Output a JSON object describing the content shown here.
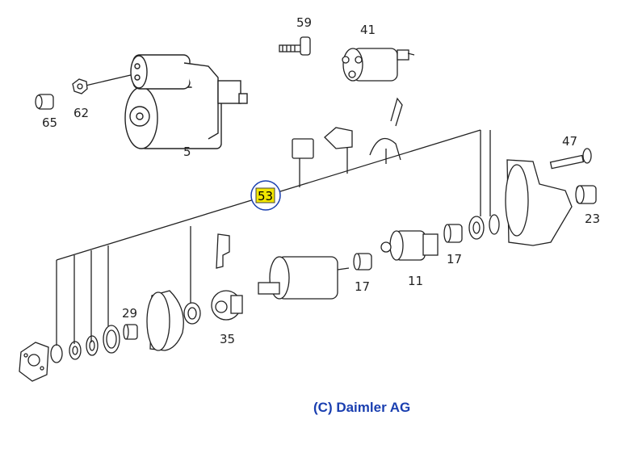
{
  "diagram": {
    "callout": "53",
    "part_labels": {
      "p59": "59",
      "p41": "41",
      "p65": "65",
      "p62": "62",
      "p5": "5",
      "p47": "47",
      "p23": "23",
      "p17a": "17",
      "p17b": "17",
      "p11": "11",
      "p29": "29",
      "p35": "35"
    },
    "copyright": "(C) Daimler AG",
    "colors": {
      "callout_fill": "#f2e600",
      "callout_ring": "#1a3fb0",
      "copyright": "#1a3fb0",
      "lines": "#222222"
    }
  }
}
